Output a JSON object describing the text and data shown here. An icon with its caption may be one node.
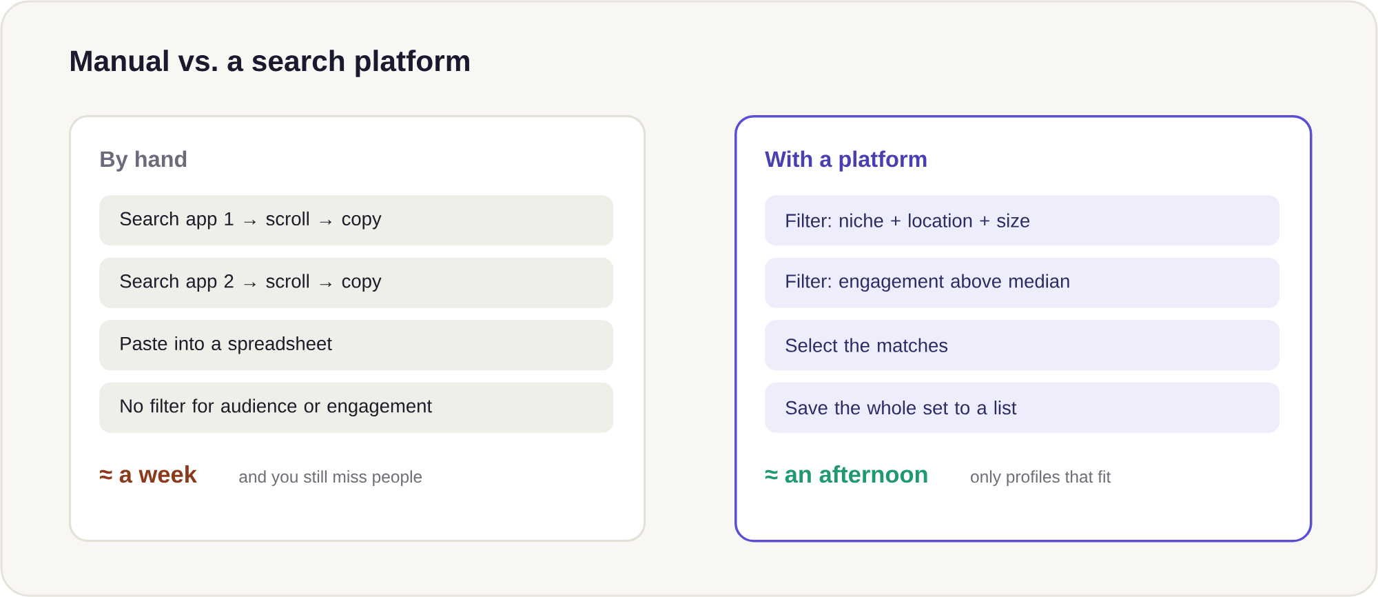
{
  "diagram": {
    "title": "Manual vs. a search platform",
    "nodes": [
      {
        "text": [
          "By hand",
          "≈ a week",
          "and you still miss people"
        ]
      },
      {
        "text": [
          "Search app 1 → scroll → copy"
        ],
        "in": 0
      },
      {
        "text": [
          "Search app 2 → scroll → copy"
        ],
        "in": 0
      },
      {
        "text": [
          "Paste into a spreadsheet"
        ],
        "in": 0
      },
      {
        "text": [
          "No filter for audience or engagement"
        ],
        "in": 0
      },
      {
        "text": [
          "With a platform",
          "≈ an afternoon",
          "only profiles that fit"
        ]
      },
      {
        "text": [
          "Filter: niche + location + size"
        ],
        "in": 5
      },
      {
        "text": [
          "Filter: engagement above median"
        ],
        "in": 5
      },
      {
        "text": [
          "Select the matches"
        ],
        "in": 5
      },
      {
        "text": [
          "Save the whole set to a list"
        ],
        "in": 5
      }
    ]
  }
}
